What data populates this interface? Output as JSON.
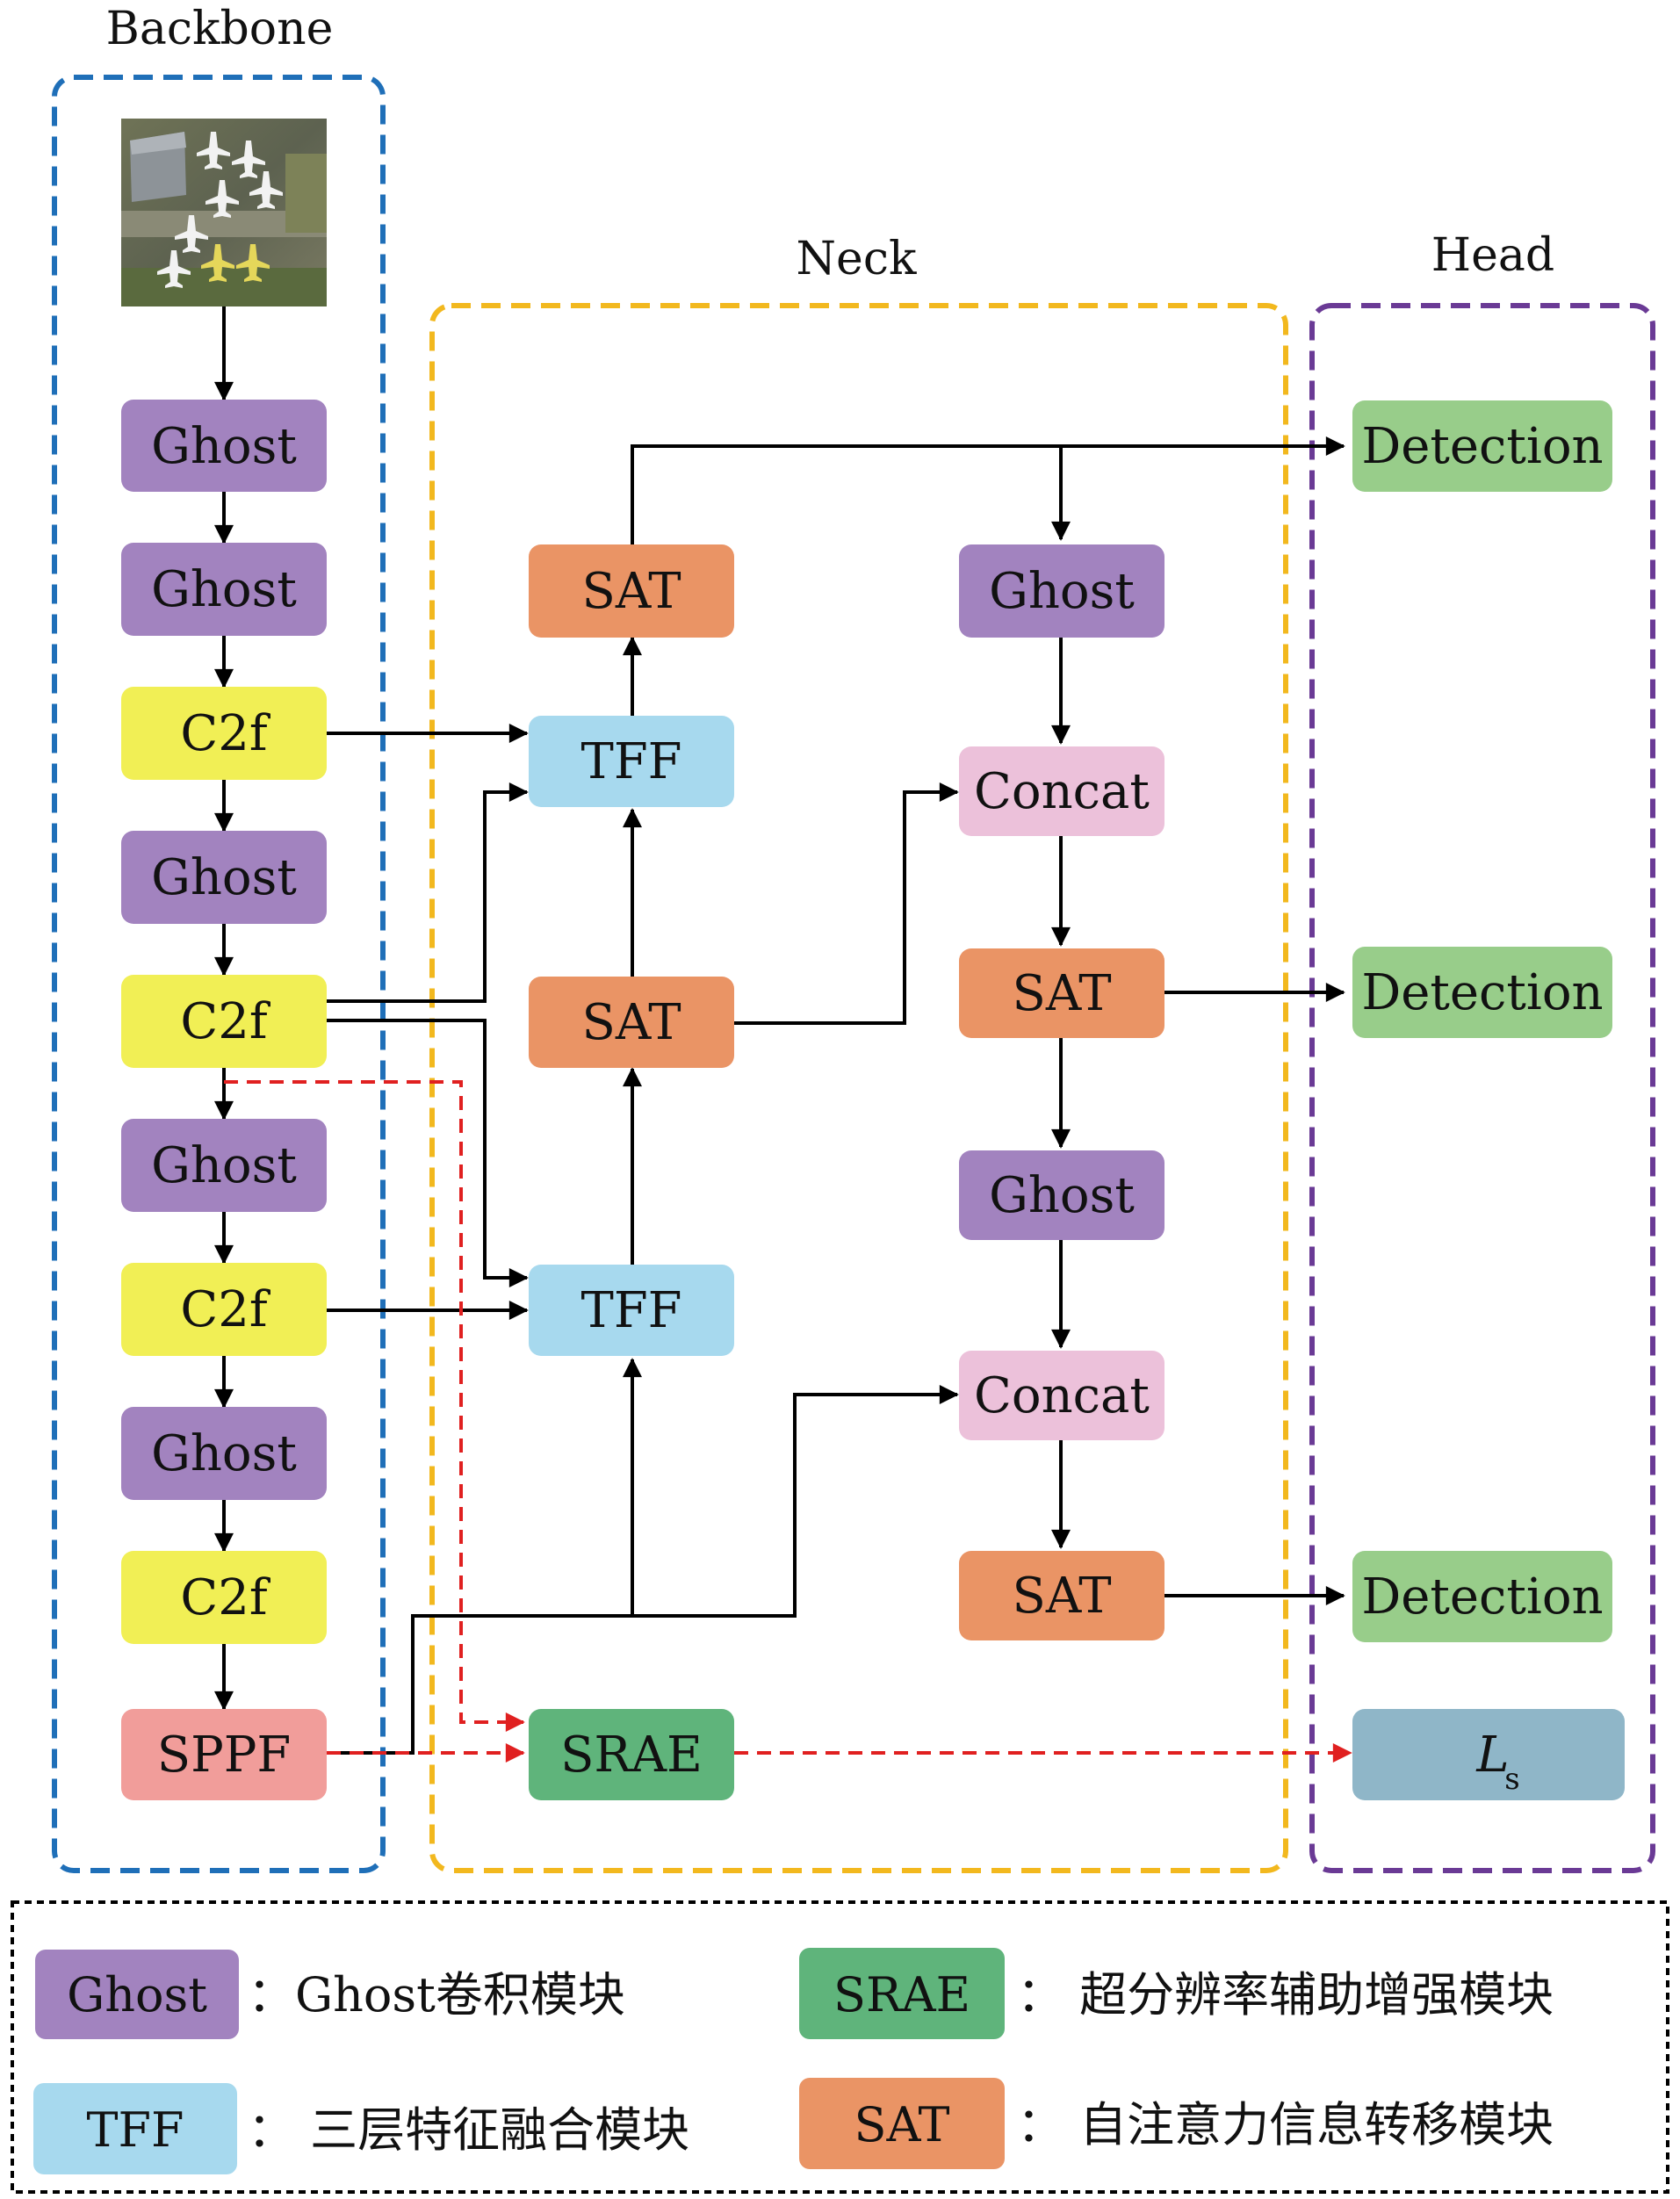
{
  "sections": {
    "backbone": "Backbone",
    "neck": "Neck",
    "head": "Head"
  },
  "colors": {
    "ghost": "#a283bf",
    "c2f": "#f1ef55",
    "tff": "#a7d9ee",
    "sat": "#ea9465",
    "concat": "#ecc1da",
    "sppf": "#f19d9a",
    "srae": "#5fb47b",
    "detection": "#98cd8a",
    "ls": "#8fb6c8",
    "backbone_border": "#1f6fb8",
    "neck_border": "#f2b81e",
    "head_border": "#6a3a95",
    "aux_arrow": "#e02020"
  },
  "backbone": {
    "input_image": "aerial airport image",
    "blocks": [
      "Ghost",
      "Ghost",
      "C2f",
      "Ghost",
      "C2f",
      "Ghost",
      "C2f",
      "Ghost",
      "C2f",
      "SPPF"
    ]
  },
  "neck": {
    "sat_top": "SAT",
    "tff_top": "TFF",
    "sat_mid": "SAT",
    "tff_bottom": "TFF",
    "srae": "SRAE",
    "ghost_1": "Ghost",
    "concat_1": "Concat",
    "sat_right_1": "SAT",
    "ghost_2": "Ghost",
    "concat_2": "Concat",
    "sat_right_2": "SAT"
  },
  "head": {
    "detection_1": "Detection",
    "detection_2": "Detection",
    "detection_3": "Detection",
    "loss_symbol": "L",
    "loss_subscript": "s"
  },
  "legend": {
    "items": [
      {
        "label": "Ghost",
        "desc": "：Ghost卷积模块"
      },
      {
        "label": "TFF",
        "desc": "： 三层特征融合模块"
      },
      {
        "label": "SRAE",
        "desc": "： 超分辨率辅助增强模块"
      },
      {
        "label": "SAT",
        "desc": "： 自注意力信息转移模块"
      }
    ]
  }
}
